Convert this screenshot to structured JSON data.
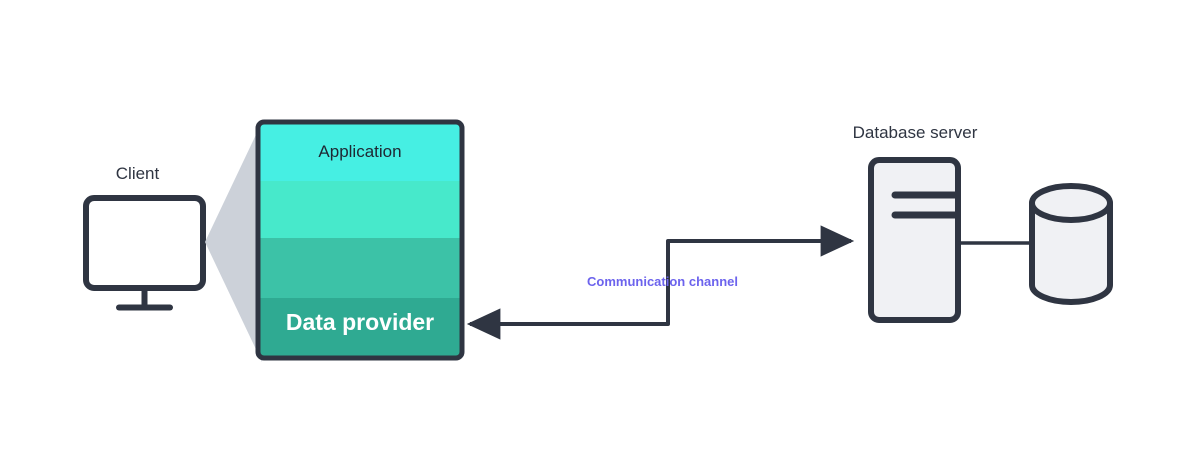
{
  "diagram": {
    "title_visible": false,
    "background": "#ffffff",
    "stroke_color": "#2f3542",
    "nodes": {
      "client": {
        "label": "Client",
        "icon": "monitor-icon",
        "fill": "#ffffff"
      },
      "application_stack": {
        "top_label": "Application",
        "bottom_label": "Data provider",
        "bands": [
          {
            "name": "application-band",
            "color": "#46EFE3"
          },
          {
            "name": "middle-upper-band",
            "color": "#47E9CB"
          },
          {
            "name": "middle-lower-band",
            "color": "#3CC2A7"
          },
          {
            "name": "data-provider-band",
            "color": "#2FAA92"
          }
        ],
        "border_color": "#2f3542",
        "shadow_color": "#ccd1d9"
      },
      "database_server": {
        "label": "Database server",
        "icon": "server-icon",
        "fill": "#f0f1f4",
        "bar_count": 2
      },
      "database": {
        "icon": "database-cylinder-icon",
        "fill": "#f0f1f4"
      }
    },
    "edges": {
      "channel_label": "Communication channel",
      "channel_label_color": "#6c63ed",
      "request_arrow": {
        "name": "data-provider-to-server-arrow",
        "direction": "right"
      },
      "response_arrow": {
        "name": "server-to-data-provider-arrow",
        "direction": "left"
      },
      "server_db_link": {
        "name": "server-to-database-link",
        "direction": "none"
      }
    }
  }
}
